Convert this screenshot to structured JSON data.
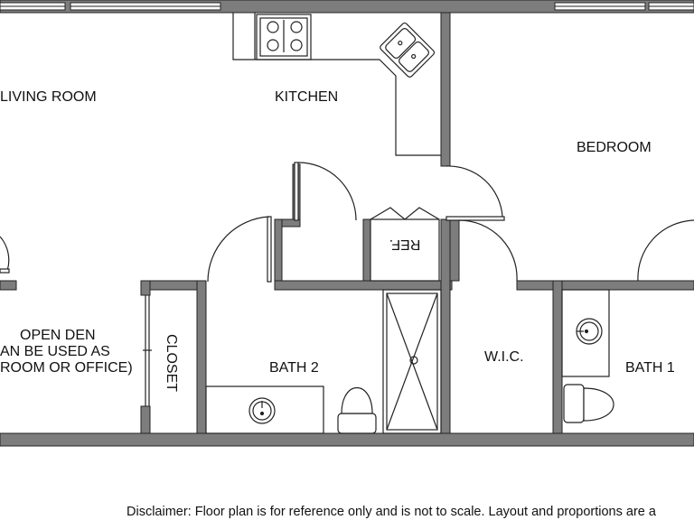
{
  "colors": {
    "wall": "#7d7d7d",
    "line": "#222222",
    "background": "#ffffff"
  },
  "rooms": {
    "living_room": "LIVING ROOM",
    "kitchen": "KITCHEN",
    "bedroom": "BEDROOM",
    "open_den": [
      "OPEN DEN",
      "AN BE USED AS",
      "ROOM OR OFFICE)"
    ],
    "closet": "CLOSET",
    "bath_2": "BATH 2",
    "wic": "W.I.C.",
    "bath_1": "BATH 1",
    "refrigerator": "REF."
  },
  "disclaimer": "Disclaimer: Floor plan is for reference only and is not to scale. Layout and proportions are a"
}
